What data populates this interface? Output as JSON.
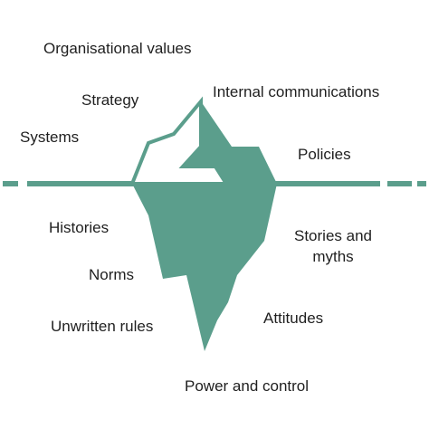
{
  "colors": {
    "iceberg_fill": "#5b9e8c",
    "iceberg_outline": "#5b9e8c",
    "iceberg_tip_fill": "#ffffff",
    "waterline": "#5b9e8c",
    "text": "#1f1f1f",
    "background": "#ffffff"
  },
  "above_water": {
    "organisational_values": "Organisational values",
    "internal_communications": "Internal communications",
    "strategy": "Strategy",
    "systems": "Systems",
    "policies": "Policies"
  },
  "below_water": {
    "histories": "Histories",
    "stories_and_myths_line1": "Stories and",
    "stories_and_myths_line2": "myths",
    "norms": "Norms",
    "attitudes": "Attitudes",
    "unwritten_rules": "Unwritten rules",
    "power_and_control": "Power and control"
  }
}
